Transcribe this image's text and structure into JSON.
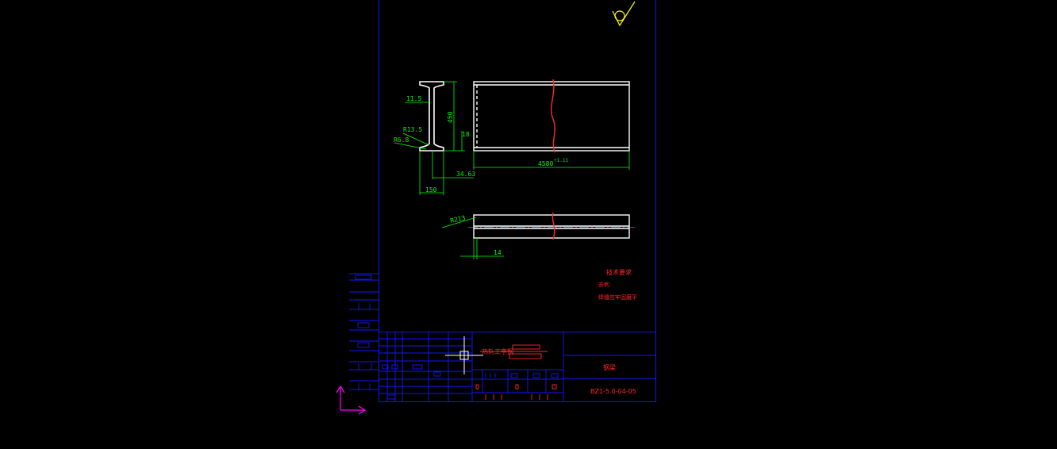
{
  "drawing": {
    "dimensions": {
      "web_thickness": "11.5",
      "height": "450",
      "root_radius": "R13.5",
      "toe_radius": "R6.8",
      "flange_thickness": "18",
      "offset": "34.63",
      "flange_width": "150",
      "length": "4580",
      "length_tolerance": "+1.11",
      "bend_radius": "R213",
      "end_offset": "14"
    },
    "tech_notes": {
      "title": "技术要求",
      "line1": "去刺",
      "line2": "焊缝应牢固磨平"
    },
    "title_block": {
      "material_label": "热轧工字钢",
      "part_name": "钢梁",
      "drawing_number": "BZ1-5.0-04-05"
    }
  },
  "colors": {
    "border": "#1414ff",
    "geometry": "#ffffff",
    "dimension": "#00ff00",
    "annotation": "#ff2a2a",
    "ucs": "#ff00ff",
    "centerline": "#00ffff",
    "surface_mark": "#ffff00"
  },
  "icons": {
    "crosshair": "crosshair-cursor-icon",
    "ucs": "ucs-axis-icon",
    "roughness": "surface-roughness-icon"
  }
}
